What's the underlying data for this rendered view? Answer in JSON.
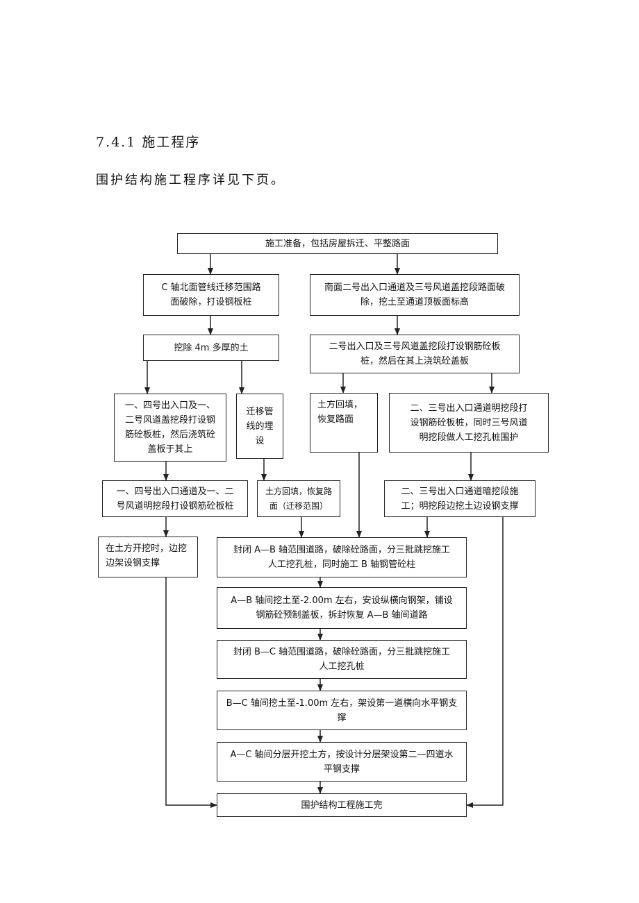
{
  "document": {
    "heading": "7.4.1 施工程序",
    "intro": "围护结构施工程序详见下页。"
  },
  "flowchart": {
    "nodes": {
      "prep": "施工准备，包括房屋拆迁、平整路面",
      "c_axis": "C 轴北面管线迁移范围路\n面破除，打设钢板桩",
      "south": "南面二号出入口通道及三号风道盖挖段路面破\n除，挖土至通道顶板面标高",
      "excavate4m": "挖除 4m 多厚的土",
      "pile23": "二号出入口及三号风道盖挖段打设钢筋砼板\n桩，然后在其上浇筑砼盖板",
      "pile14": "一、四号出入口及一、\n二号风道盖挖段打设钢\n筋砼板桩，然后浇筑砼\n盖板于其上",
      "relocate": "迁移管\n线的埋\n设",
      "backfill": "土方回填，\n恢复路面",
      "open23": "二、三号出入口通道明挖段打\n设钢筋砼板桩，同时三号风道\n明挖段做人工挖孔桩围护",
      "open14": "一、四号出入口通道及一、二\n号风道明挖段打设钢筋砼板桩",
      "backfill_range": "土方回填，恢复路\n面（迁移范围）",
      "dark23": "二、三号出入口通道暗挖段施\n工；明挖段边挖土边设钢支撑",
      "steel_support": "在土方开挖时，边挖\n边架设钢支撑",
      "seal_ab": "封闭 A—B 轴范围道路，破除砼路面，分三批跳挖施工\n人工挖孔桩，同时施工 B 轴钢管砼柱",
      "ab_dig": "A—B 轴间挖土至-2.00m 左右，安设纵横向钢架，铺设\n钢筋砼预制盖板，拆封恢复 A—B 轴间道路",
      "seal_bc": "封闭 B—C 轴范围道路，破除砼路面，分三批跳挖施工\n人工挖孔桩",
      "bc_dig": "B—C 轴间挖土至-1.00m 左右，架设第一道横向水平钢支\n撑",
      "ac_layer": "A—C 轴间分层开挖土方，按设计分层架设第二—四道水\n平钢支撑",
      "finish": "围护结构工程施工完"
    }
  }
}
